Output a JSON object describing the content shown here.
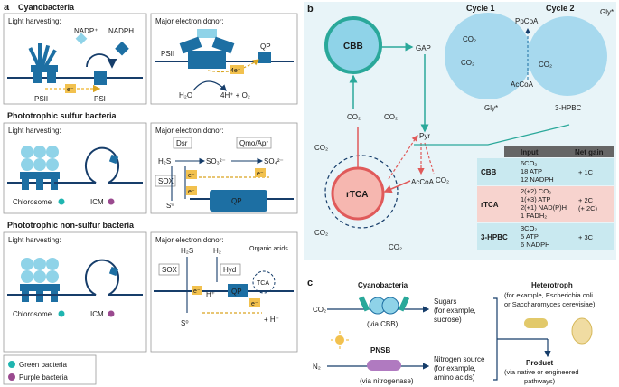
{
  "colors": {
    "cyan_dark": "#1d6fa3",
    "cyan_light": "#8fd3e8",
    "bg_light_blue": "#e6f3f8",
    "membrane": "#163d6a",
    "red": "#e05a5a",
    "red_light": "#f6b7b0",
    "teal": "#2aa89a",
    "yellow": "#f2c14e",
    "purple": "#8e4a9a",
    "green_dot": "#1fb5b0",
    "purple_dot": "#9a4a8f"
  },
  "panel_a": {
    "label": "a",
    "sections": [
      {
        "title": "Cyanobacteria",
        "left_title": "Light harvesting:",
        "left_labels": [
          "NADP⁺",
          "NADPH",
          "PSII",
          "e⁻",
          "PSI"
        ],
        "right_title": "Major electron donor:",
        "right_labels": [
          "PSII",
          "QP",
          "4e⁻",
          "H₂O",
          "4H⁺ + O₂"
        ]
      },
      {
        "title": "Phototrophic sulfur bacteria",
        "left_title": "Light harvesting:",
        "left_labels": [
          "Chlorosome",
          "ICM"
        ],
        "right_title": "Major electron donor:",
        "right_labels": [
          "Dsr",
          "Qmo/Apr",
          "H₂S",
          "SO₃²⁻",
          "SO₄²⁻",
          "SOX",
          "e⁻",
          "e⁻",
          "S⁰",
          "QP"
        ]
      },
      {
        "title": "Phototrophic non-sulfur bacteria",
        "left_title": "Light harvesting:",
        "left_labels": [
          "Chlorosome",
          "ICM"
        ],
        "right_title": "Major electron donor:",
        "right_labels": [
          "Organic acids",
          "H₂S",
          "H₂",
          "SOX",
          "Hyd",
          "TCA",
          "H⁺",
          "QP",
          "e⁻",
          "e⁻",
          "S⁰",
          "+ H⁺"
        ]
      }
    ],
    "legend": [
      "Green bacteria",
      "Purple bacteria"
    ]
  },
  "panel_b": {
    "label": "b",
    "labels": {
      "cbb": "CBB",
      "gap": "GAP",
      "co2_1": "CO₂",
      "co2_2": "CO₂",
      "pyr": "Pyr",
      "co2_3": "CO₂",
      "co2_4": "CO₂",
      "rtca": "rTCA",
      "acCoA": "AcCoA",
      "co2_5": "CO₂",
      "co2_6": "CO₂",
      "cycle1": "Cycle 1",
      "cycle2": "Cycle 2",
      "ppcoa": "PpCoA",
      "glyA": "Gly*",
      "c_co2_1": "CO₂",
      "c_co2_2": "CO₂",
      "c_co2_3": "CO₂",
      "c_acCoA": "AcCoA",
      "glyB": "Gly*",
      "hpbc": "3-HPBC"
    },
    "table": {
      "headers": [
        "",
        "Input",
        "Net gain"
      ],
      "rows": [
        {
          "name": "CBB",
          "input": [
            "6CO₂",
            "18 ATP",
            "12 NADPH"
          ],
          "gain": [
            "+ 1C"
          ]
        },
        {
          "name": "rTCA",
          "input": [
            "2(+2) CO₂",
            "1(+3) ATP",
            "2(+1) NAD(P)H",
            "1 FADH₂"
          ],
          "gain": [
            "+ 2C",
            "(+ 2C)"
          ]
        },
        {
          "name": "3-HPBC",
          "input": [
            "3CO₂",
            "5 ATP",
            "6 NADPH"
          ],
          "gain": [
            "+ 3C"
          ]
        }
      ]
    }
  },
  "panel_c": {
    "label": "c",
    "co2": "CO₂",
    "n2": "N₂",
    "cyano_title": "Cyanobacteria",
    "cyano_sub": "(via CBB)",
    "pnsb_title": "PNSB",
    "pnsb_sub": "(via nitrogenase)",
    "sugars": [
      "Sugars",
      "(for example,",
      "sucrose)"
    ],
    "nitrogen": [
      "Nitrogen source",
      "(for example,",
      "amino acids)"
    ],
    "het_title": "Heterotroph",
    "het_lines": [
      "(for example, Escherichia coli",
      "or Saccharomyces cerevisiae)"
    ],
    "product_title": "Product",
    "product_lines": [
      "(via native or engineered",
      "pathways)"
    ]
  }
}
